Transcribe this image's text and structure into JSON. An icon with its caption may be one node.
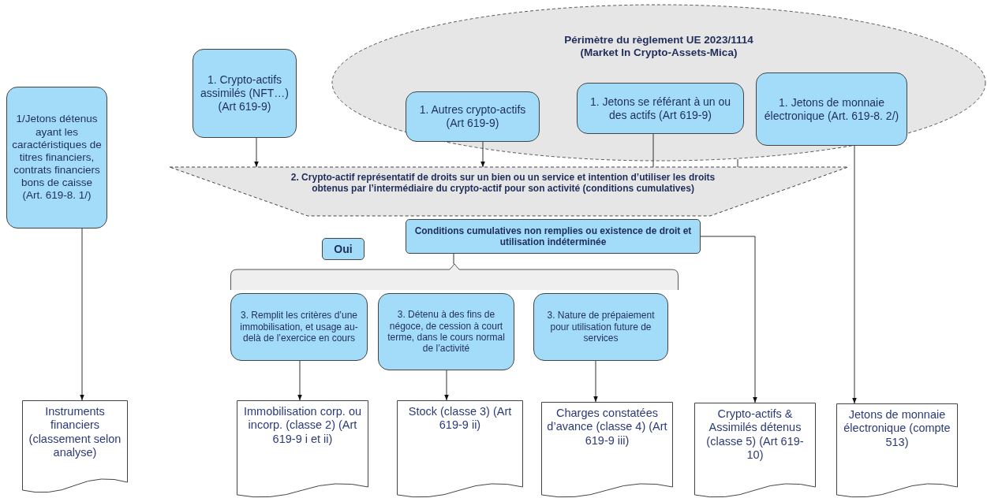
{
  "diagram": {
    "nodes": [
      {
        "text": [
          "Périmètre du règlement UE 2023/1114 (Market In Crypto-Assets-Mica)"
        ]
      },
      {
        "text": [
          "1/Jetons détenus ayant les caractéristiques de titres financiers, contrats financiers bons de caisse (Art. 619-8. 1/)"
        ]
      },
      {
        "text": [
          "1. Crypto-actifs assimilés (NFT…) (Art 619-9)"
        ]
      },
      {
        "text": [
          "1. Autres crypto-actifs (Art 619-9)"
        ],
        "in": 0
      },
      {
        "text": [
          "1. Jetons se référant à un ou des actifs (Art 619-9)"
        ],
        "in": 0
      },
      {
        "text": [
          "1. Jetons de monnaie électronique (Art. 619-8. 2/)"
        ],
        "in": 0
      },
      {
        "text": [
          "2. Crypto-actif représentatif de droits sur un bien ou un service et intention d’utiliser les droits obtenus par l’intermédiaire du crypto-actif pour son activité (conditions cumulatives)"
        ]
      },
      {
        "text": [
          "Conditions cumulatives non remplies ou existence de droit et utilisation indéterminée"
        ]
      },
      {
        "text": [
          "Oui"
        ]
      },
      {
        "text": [],
        "shape": "bar"
      },
      {
        "text": [
          "3. Remplit les critères d’une immobilisation, et usage au-delà de l’exercice en cours"
        ]
      },
      {
        "text": [
          "3. Détenu à des fins de négoce, de cession à court terme, dans le cours normal de l’activité"
        ]
      },
      {
        "text": [
          "3. Nature de prépaiement pour utilisation future de services"
        ]
      },
      {
        "text": [
          "Instruments financiers (classement selon analyse)"
        ]
      },
      {
        "text": [
          "Immobilisation corp. ou incorp. (classe 2) (Art 619-9 i et ii)"
        ]
      },
      {
        "text": [
          "Stock (classe 3) (Art 619-9 ii)"
        ]
      },
      {
        "text": [
          "Charges constatées d’avance (classe 4) (Art 619-9 iii)"
        ]
      },
      {
        "text": [
          "Crypto-actifs & Assimilés détenus (classe 5) (Art 619-10)"
        ]
      },
      {
        "text": [
          "Jetons de monnaie électronique (compte 513)"
        ]
      }
    ],
    "edges": [
      {
        "from": 1,
        "to": 13,
        "arrow": "to"
      },
      {
        "from": 2,
        "to": 6,
        "arrow": "to"
      },
      {
        "from": 3,
        "to": 6,
        "arrow": "to"
      },
      {
        "from": 4,
        "to": 6,
        "arrow": "none"
      },
      {
        "from": 0,
        "to": 6,
        "arrow": "none"
      },
      {
        "from": 5,
        "to": 18,
        "arrow": "to"
      },
      {
        "from": 7,
        "to": 9,
        "arrow": "none"
      },
      {
        "from": 7,
        "to": 17,
        "arrow": "to"
      },
      {
        "from": 10,
        "to": 14,
        "arrow": "to"
      },
      {
        "from": 11,
        "to": 15,
        "arrow": "to"
      },
      {
        "from": 12,
        "to": 16,
        "arrow": "to"
      }
    ]
  }
}
